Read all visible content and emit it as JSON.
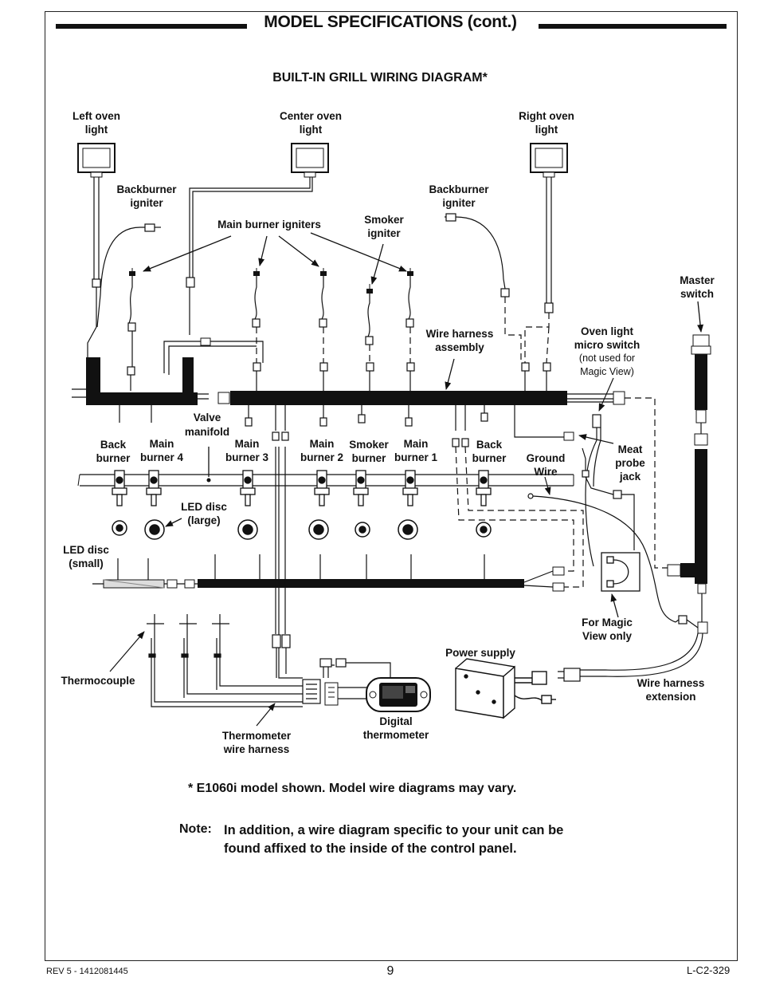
{
  "header": {
    "title": "MODEL SPECIFICATIONS (cont.)",
    "subtitle": "BUILT-IN GRILL WIRING DIAGRAM*"
  },
  "diagram": {
    "labels": {
      "left_oven_light": [
        "Left oven",
        "light"
      ],
      "center_oven_light": [
        "Center oven",
        "light"
      ],
      "right_oven_light": [
        "Right oven",
        "light"
      ],
      "backburner_igniter_left": [
        "Backburner",
        "igniter"
      ],
      "backburner_igniter_right": [
        "Backburner",
        "igniter"
      ],
      "main_burner_igniters": [
        "Main burner igniters"
      ],
      "smoker_igniter": [
        "Smoker",
        "igniter"
      ],
      "master_switch": [
        "Master",
        "switch"
      ],
      "wire_harness_assembly": [
        "Wire harness",
        "assembly"
      ],
      "oven_light_micro_switch": [
        "Oven light",
        "micro switch"
      ],
      "oven_light_micro_switch_note": [
        "(not used for",
        "Magic View)"
      ],
      "valve_manifold": [
        "Valve",
        "manifold"
      ],
      "back_burner_left": [
        "Back",
        "burner"
      ],
      "main_burner_4": [
        "Main",
        "burner 4"
      ],
      "main_burner_3": [
        "Main",
        "burner 3"
      ],
      "main_burner_2": [
        "Main",
        "burner 2"
      ],
      "smoker_burner": [
        "Smoker",
        "burner"
      ],
      "main_burner_1": [
        "Main",
        "burner 1"
      ],
      "back_burner_right": [
        "Back",
        "burner"
      ],
      "ground_wire": [
        "Ground",
        "Wire"
      ],
      "meat_probe_jack": [
        "Meat",
        "probe",
        "jack"
      ],
      "led_disc_large": [
        "LED disc",
        "(large)"
      ],
      "led_disc_small": [
        "LED disc",
        "(small)"
      ],
      "for_magic_view_only": [
        "For Magic",
        "View only"
      ],
      "power_supply": [
        "Power supply"
      ],
      "wire_harness_extension": [
        "Wire harness",
        "extension"
      ],
      "thermocouple": [
        "Thermocouple"
      ],
      "thermometer_wire_harness": [
        "Thermometer",
        "wire harness"
      ],
      "digital_thermometer": [
        "Digital",
        "thermometer"
      ]
    }
  },
  "footnote": "* E1060i model shown. Model wire diagrams may vary.",
  "note": {
    "label": "Note:",
    "text": "In addition, a wire diagram specific to your unit can be found affixed to the inside of the control panel."
  },
  "footer": {
    "revision": "REV 5 - 1412081445",
    "page": "9",
    "doc_code": "L-C2-329"
  }
}
